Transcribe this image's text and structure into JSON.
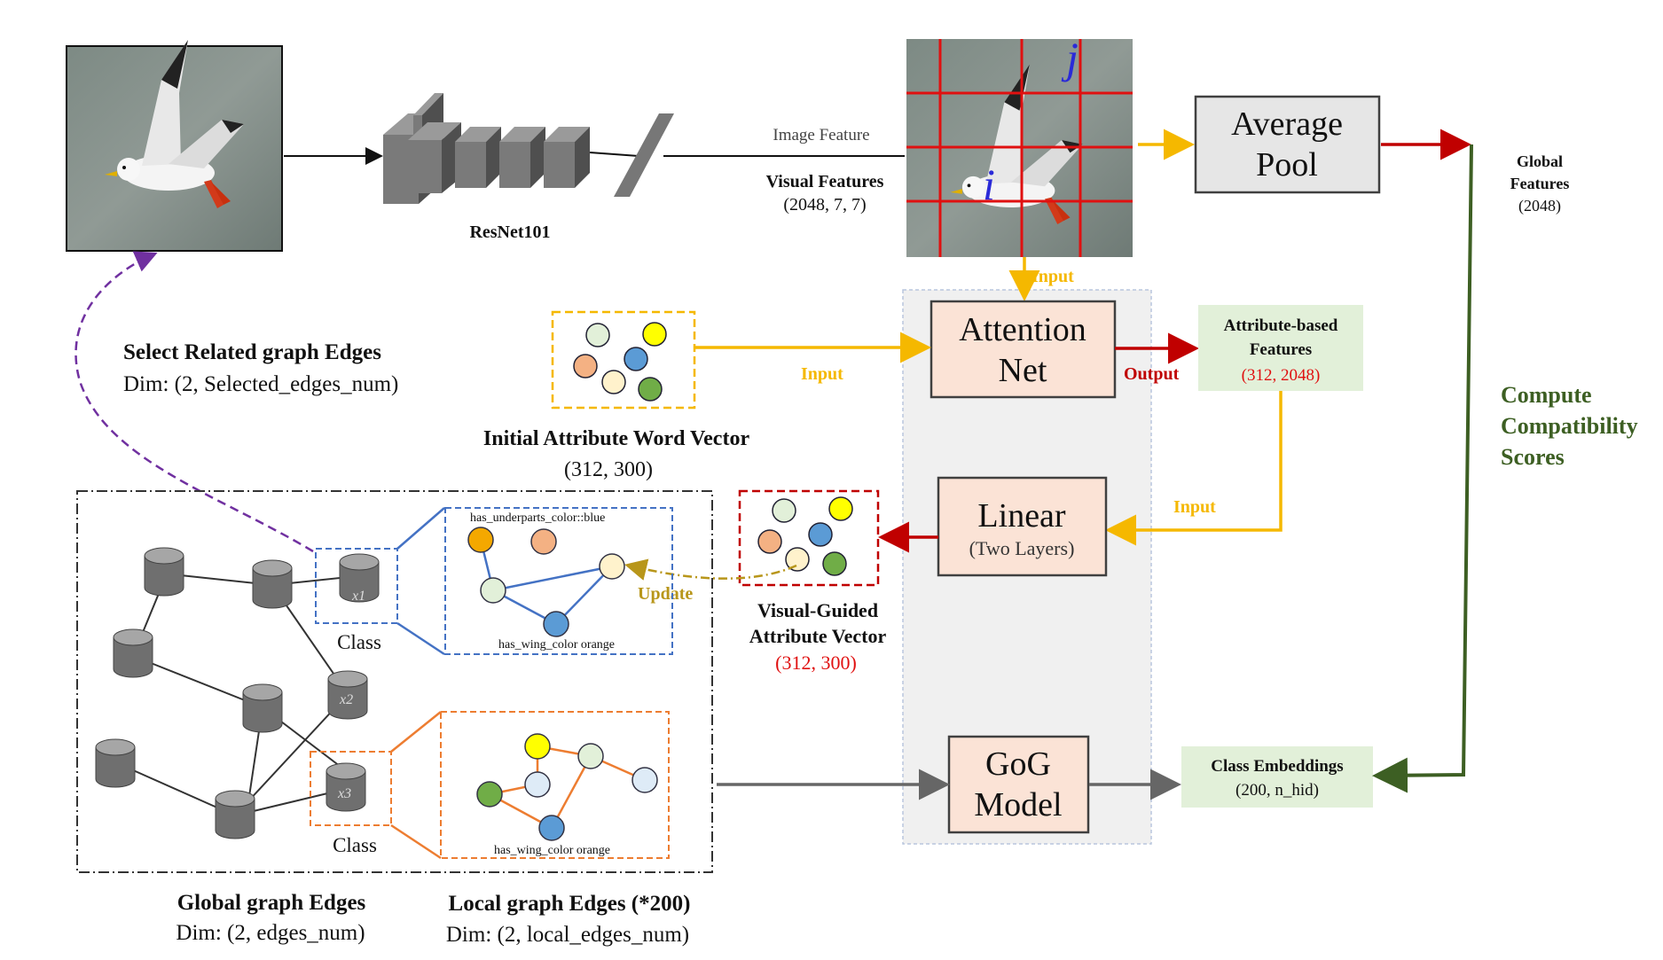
{
  "resnet": {
    "label": "ResNet101"
  },
  "image_feature_label": "Image Feature",
  "visual_features": {
    "title": "Visual Features",
    "dims": "(2048, 7, 7)"
  },
  "grid_labels": {
    "j": "j",
    "i": "i"
  },
  "average_pool": {
    "line1": "Average",
    "line2": "Pool"
  },
  "global_features": {
    "line1": "Global",
    "line2": "Features",
    "dims": "(2048)"
  },
  "attention_net": {
    "line1": "Attention",
    "line2": "Net"
  },
  "linear": {
    "title": "Linear",
    "subtitle": "(Two Layers)"
  },
  "gog_model": {
    "line1": "GoG",
    "line2": "Model"
  },
  "attribute_features": {
    "line1": "Attribute-based",
    "line2": "Features",
    "dims": "(312, 2048)"
  },
  "class_embeddings": {
    "title": "Class Embeddings",
    "dims": "(200, n_hid)"
  },
  "compute_scores": {
    "line1": "Compute",
    "line2": "Compatibility",
    "line3": "Scores"
  },
  "edge_labels": {
    "input_top": "Input",
    "input_left": "Input",
    "input_right": "Input",
    "output": "Output",
    "update": "Update"
  },
  "select_edges": {
    "title": "Select Related graph Edges",
    "dims": "Dim: (2, Selected_edges_num)"
  },
  "initial_vector": {
    "title": "Initial Attribute Word Vector",
    "dims": "(312, 300)"
  },
  "visual_guided": {
    "line1": "Visual-Guided",
    "line2": "Attribute Vector",
    "dims": "(312, 300)"
  },
  "graph": {
    "node_x1": "x1",
    "node_x2": "x2",
    "node_x3": "x3",
    "class_label": "Class",
    "local_top_label1": "has_underparts_color::blue",
    "local_top_label2": "has_wing_color orange",
    "local_bottom_label": "has_wing_color orange"
  },
  "global_edges": {
    "title": "Global graph Edges",
    "dims": "Dim: (2, edges_num)"
  },
  "local_edges": {
    "title": "Local graph Edges  (*200)",
    "dims": "Dim: (2, local_edges_num)"
  },
  "colors": {
    "yellow_arrow": "#f5b800",
    "red_arrow": "#c00000",
    "green_arrow": "#3d5f23",
    "peach_box": "#fbe3d6",
    "green_box": "#e2f0d9",
    "grey_box": "#e6e6e6",
    "blue_dashed": "#4472c4",
    "orange_dashed": "#ed7d31",
    "purple_dashed": "#7030a0"
  }
}
